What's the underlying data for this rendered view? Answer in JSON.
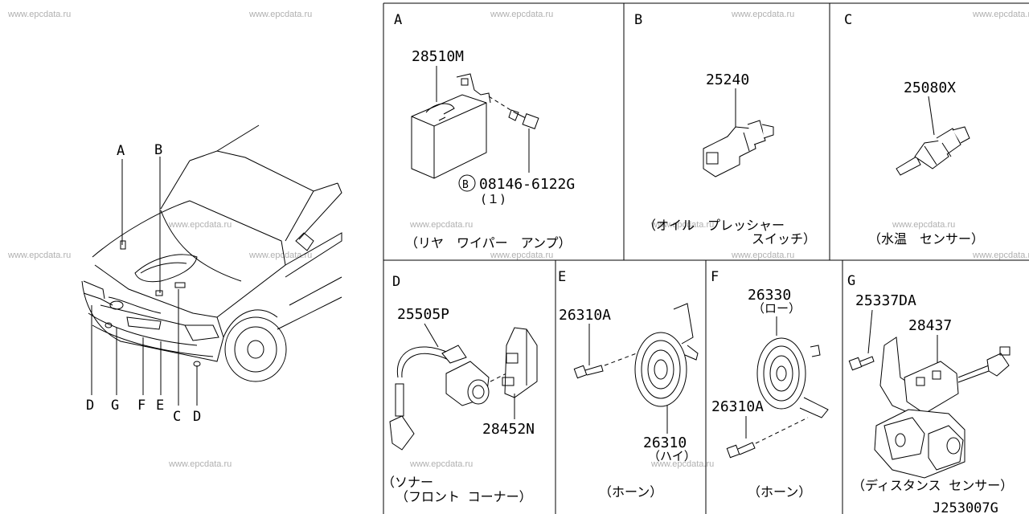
{
  "watermark": "www.epcdata.ru",
  "vehicle_callouts": [
    "A",
    "B",
    "D",
    "G",
    "F",
    "E",
    "C",
    "D"
  ],
  "panels": {
    "A": {
      "letter": "A",
      "part": "28510M",
      "bolt_mark": "B",
      "bolt": "08146-6122G",
      "bolt_qty": "(１)",
      "caption": "（リヤ　ワイパー　アンプ）"
    },
    "B": {
      "letter": "B",
      "part": "25240",
      "caption_l1": "（オイル　プレッシャー",
      "caption_l2": "スイッチ）"
    },
    "C": {
      "letter": "C",
      "part": "25080X",
      "caption": "（水温　センサー）"
    },
    "D": {
      "letter": "D",
      "part1": "25505P",
      "part2": "28452N",
      "caption_l1": "（ソナー",
      "caption_l2": "（フロント コーナー）"
    },
    "E": {
      "letter": "E",
      "part1": "26310A",
      "part2": "26310",
      "part2_note": "（ハイ）",
      "caption": "（ホーン）"
    },
    "F": {
      "letter": "F",
      "part1": "26330",
      "part1_note": "（ロー）",
      "part2": "26310A",
      "caption": "（ホーン）"
    },
    "G": {
      "letter": "G",
      "part1": "25337DA",
      "part2": "28437",
      "caption": "（ディスタンス センサー）"
    }
  },
  "diagram_code": "J253007G"
}
